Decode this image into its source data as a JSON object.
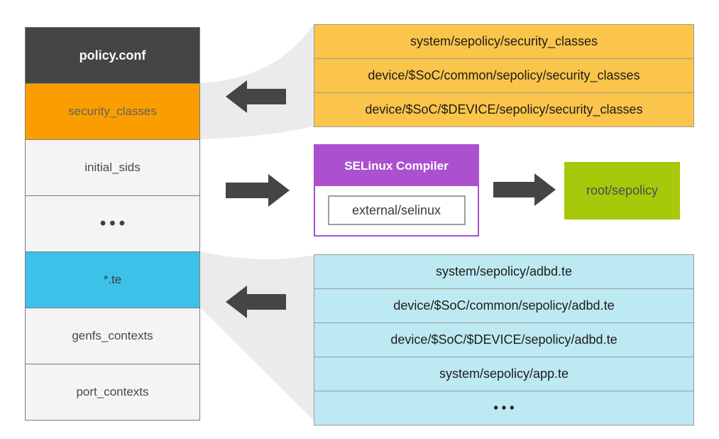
{
  "colors": {
    "policy_header": "#454545",
    "security_classes_row": "#FA9D00",
    "te_row": "#3EC1E9",
    "plain_row": "#F4F4F4",
    "amber_stack": "#FAC54A",
    "lightblue_stack": "#BDE9F2",
    "compiler_purple": "#AB50CE",
    "output_green": "#A6C90B",
    "arrow": "#454545",
    "funnel": "#EBEBEB"
  },
  "policy_stack": {
    "title": "policy.conf",
    "rows": [
      {
        "label": "security_classes"
      },
      {
        "label": "initial_sids"
      },
      {
        "label": "•••"
      },
      {
        "label": "*.te"
      },
      {
        "label": "genfs_contexts"
      },
      {
        "label": "port_contexts"
      }
    ]
  },
  "security_class_sources": {
    "rows": [
      "system/sepolicy/security_classes",
      "device/$SoC/common/sepolicy/security_classes",
      "device/$SoC/$DEVICE/sepolicy/security_classes"
    ]
  },
  "te_sources": {
    "rows": [
      "system/sepolicy/adbd.te",
      "device/$SoC/common/sepolicy/adbd.te",
      "device/$SoC/$DEVICE/sepolicy/adbd.te",
      "system/sepolicy/app.te",
      "•••"
    ]
  },
  "compiler": {
    "title": "SELinux Compiler",
    "input_label": "external/selinux"
  },
  "output_box": {
    "label": "root/sepolicy"
  }
}
